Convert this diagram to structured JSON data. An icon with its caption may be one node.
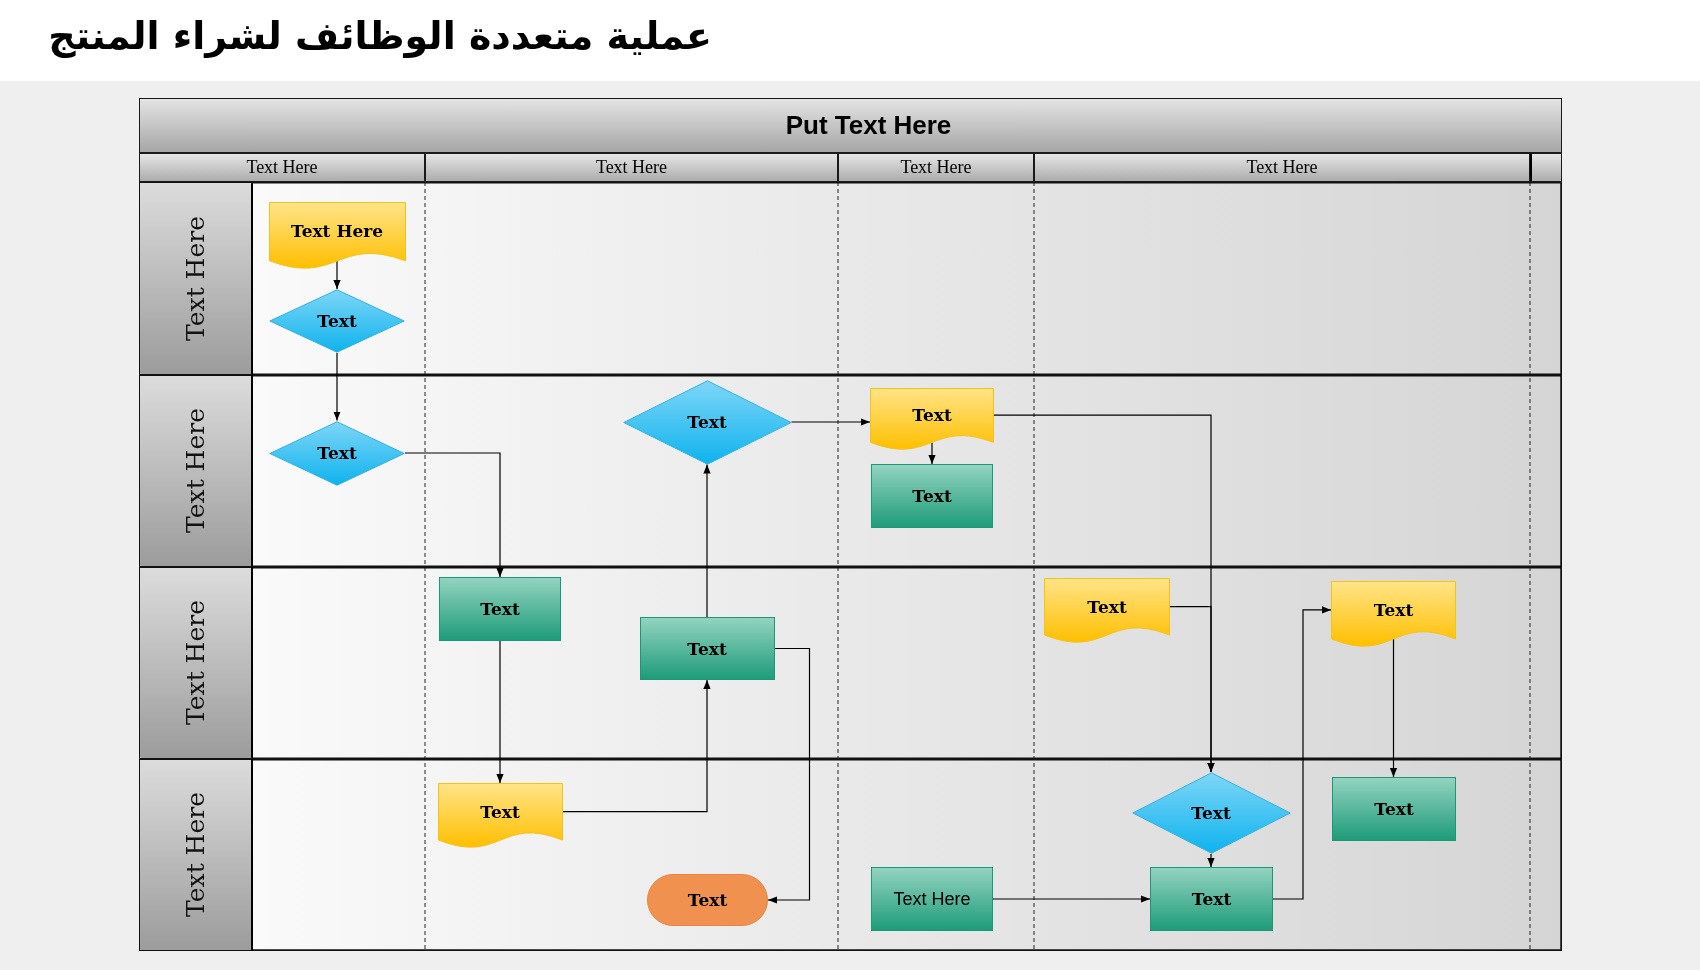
{
  "diagram": {
    "title": "عملية متعددة الوظائف لشراء المنتج",
    "nodes": [
      {
        "text": [
          "Put Text Here"
        ]
      },
      {
        "text": [
          "Text Here"
        ],
        "in": 0
      },
      {
        "text": [
          "Text Here"
        ],
        "in": 0
      },
      {
        "text": [
          "Text Here"
        ],
        "in": 0
      },
      {
        "text": [
          "Text Here"
        ],
        "in": 0
      },
      {
        "text": [
          "Text Here"
        ],
        "in": 0
      },
      {
        "text": [
          "Text Here"
        ],
        "in": 0
      },
      {
        "text": [
          "Text Here"
        ],
        "in": 0
      },
      {
        "text": [
          "Text Here"
        ],
        "in": 0
      },
      {
        "text": [
          "Text Here"
        ],
        "in": 5
      },
      {
        "text": [
          "Text"
        ],
        "in": 5
      },
      {
        "text": [
          "Text"
        ],
        "in": 6
      },
      {
        "text": [
          "Text"
        ],
        "in": 6
      },
      {
        "text": [
          "Text"
        ],
        "in": 6
      },
      {
        "text": [
          "Text"
        ],
        "in": 6
      },
      {
        "text": [
          "Text"
        ],
        "in": 7
      },
      {
        "text": [
          "Text"
        ],
        "in": 7
      },
      {
        "text": [
          "Text"
        ],
        "in": 7
      },
      {
        "text": [
          "Text"
        ],
        "in": 7
      },
      {
        "text": [
          "Text"
        ],
        "in": 8
      },
      {
        "text": [
          "Text"
        ],
        "in": 8
      },
      {
        "text": [
          "Text Here"
        ],
        "in": 8
      },
      {
        "text": [
          "Text"
        ],
        "in": 8
      },
      {
        "text": [
          "Text"
        ],
        "in": 8
      },
      {
        "text": [
          "Text"
        ],
        "in": 8
      }
    ],
    "edges": [
      {
        "from": 9,
        "to": 10,
        "arrow": "to"
      },
      {
        "from": 10,
        "to": 11,
        "arrow": "to"
      },
      {
        "from": 11,
        "to": 15,
        "arrow": "to"
      },
      {
        "from": 15,
        "to": 19,
        "arrow": "to"
      },
      {
        "from": 19,
        "to": 16,
        "arrow": "to"
      },
      {
        "from": 16,
        "to": 12,
        "arrow": "to"
      },
      {
        "from": 16,
        "to": 20,
        "arrow": "to"
      },
      {
        "from": 12,
        "to": 13,
        "arrow": "to"
      },
      {
        "from": 13,
        "to": 14,
        "arrow": "to"
      },
      {
        "from": 13,
        "to": 22,
        "arrow": "to"
      },
      {
        "from": 17,
        "to": 22,
        "arrow": "to"
      },
      {
        "from": 22,
        "to": 23,
        "arrow": "to"
      },
      {
        "from": 21,
        "to": 23,
        "arrow": "to"
      },
      {
        "from": 23,
        "to": 18,
        "arrow": "to"
      },
      {
        "from": 18,
        "to": 24,
        "arrow": "to"
      }
    ]
  }
}
